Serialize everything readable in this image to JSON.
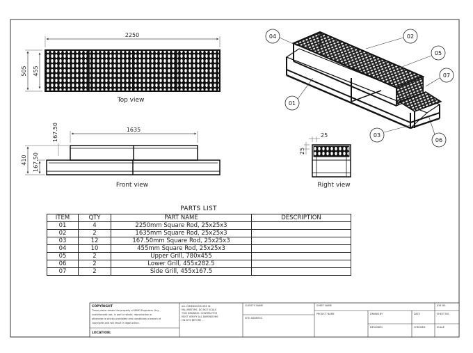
{
  "views": {
    "top": {
      "label": "Top view",
      "dim_width": "2250",
      "dim_height_outer": "505",
      "dim_height_inner": "455"
    },
    "front": {
      "label": "Front view",
      "dim_width": "1635",
      "dim_step": "167.50",
      "dim_height": "410",
      "dim_lower": "167.50"
    },
    "right": {
      "label": "Right view",
      "dim_width": "25",
      "dim_height": "25"
    }
  },
  "callouts": [
    "01",
    "02",
    "03",
    "04",
    "05",
    "06",
    "07"
  ],
  "parts_list": {
    "title": "PARTS LIST",
    "headers": [
      "ITEM",
      "QTY",
      "PART NAME",
      "DESCRIPTION"
    ],
    "rows": [
      [
        "01",
        "4",
        "2250mm Square Rod, 25x25x3",
        ""
      ],
      [
        "02",
        "2",
        "1635mm Square Rod, 25x25x3",
        ""
      ],
      [
        "03",
        "12",
        "167.50mm Square Rod, 25x25x3",
        ""
      ],
      [
        "04",
        "10",
        "455mm Square Rod, 25x25x3",
        ""
      ],
      [
        "05",
        "2",
        "Upper Grill, 780x455",
        ""
      ],
      [
        "06",
        "2",
        "Lower Grill, 455x282.5",
        ""
      ],
      [
        "07",
        "2",
        "Side Grill, 455x167.5",
        ""
      ]
    ]
  },
  "title_block": {
    "copyright_head": "COPYRIGHT",
    "copyright_lines": [
      "These plans remain the property of WMD Engineers. Any",
      "unauthorized use, in part or whole, reproduction or",
      "otherwise is strictly prohibited and constitutes a breach of",
      "copyrights and will result in legal action."
    ],
    "location_label": "LOCATION:",
    "note_lines": [
      "ALL DIMENSIONS ARE IN",
      "MILLIMETERS. DO NOT SCALE",
      "THIS DRAWING. CONTRACTOR",
      "MUST VERIFY ALL DIMENSIONS",
      "ON SITE BEFORE ..."
    ],
    "client_name": "CLIENT'S NAME",
    "site_address": "SITE ADDRESS",
    "sheet_name": "SHEET NAME",
    "project_name": "PROJECT NAME",
    "drawn_by": "DRAWN BY",
    "designed": "DESIGNED",
    "checked": "CHECKED",
    "date": "DATE",
    "job_no": "JOB NO.",
    "sheet_no": "SHEET NO.",
    "date_label": "DATE",
    "scale": "SCALE"
  }
}
